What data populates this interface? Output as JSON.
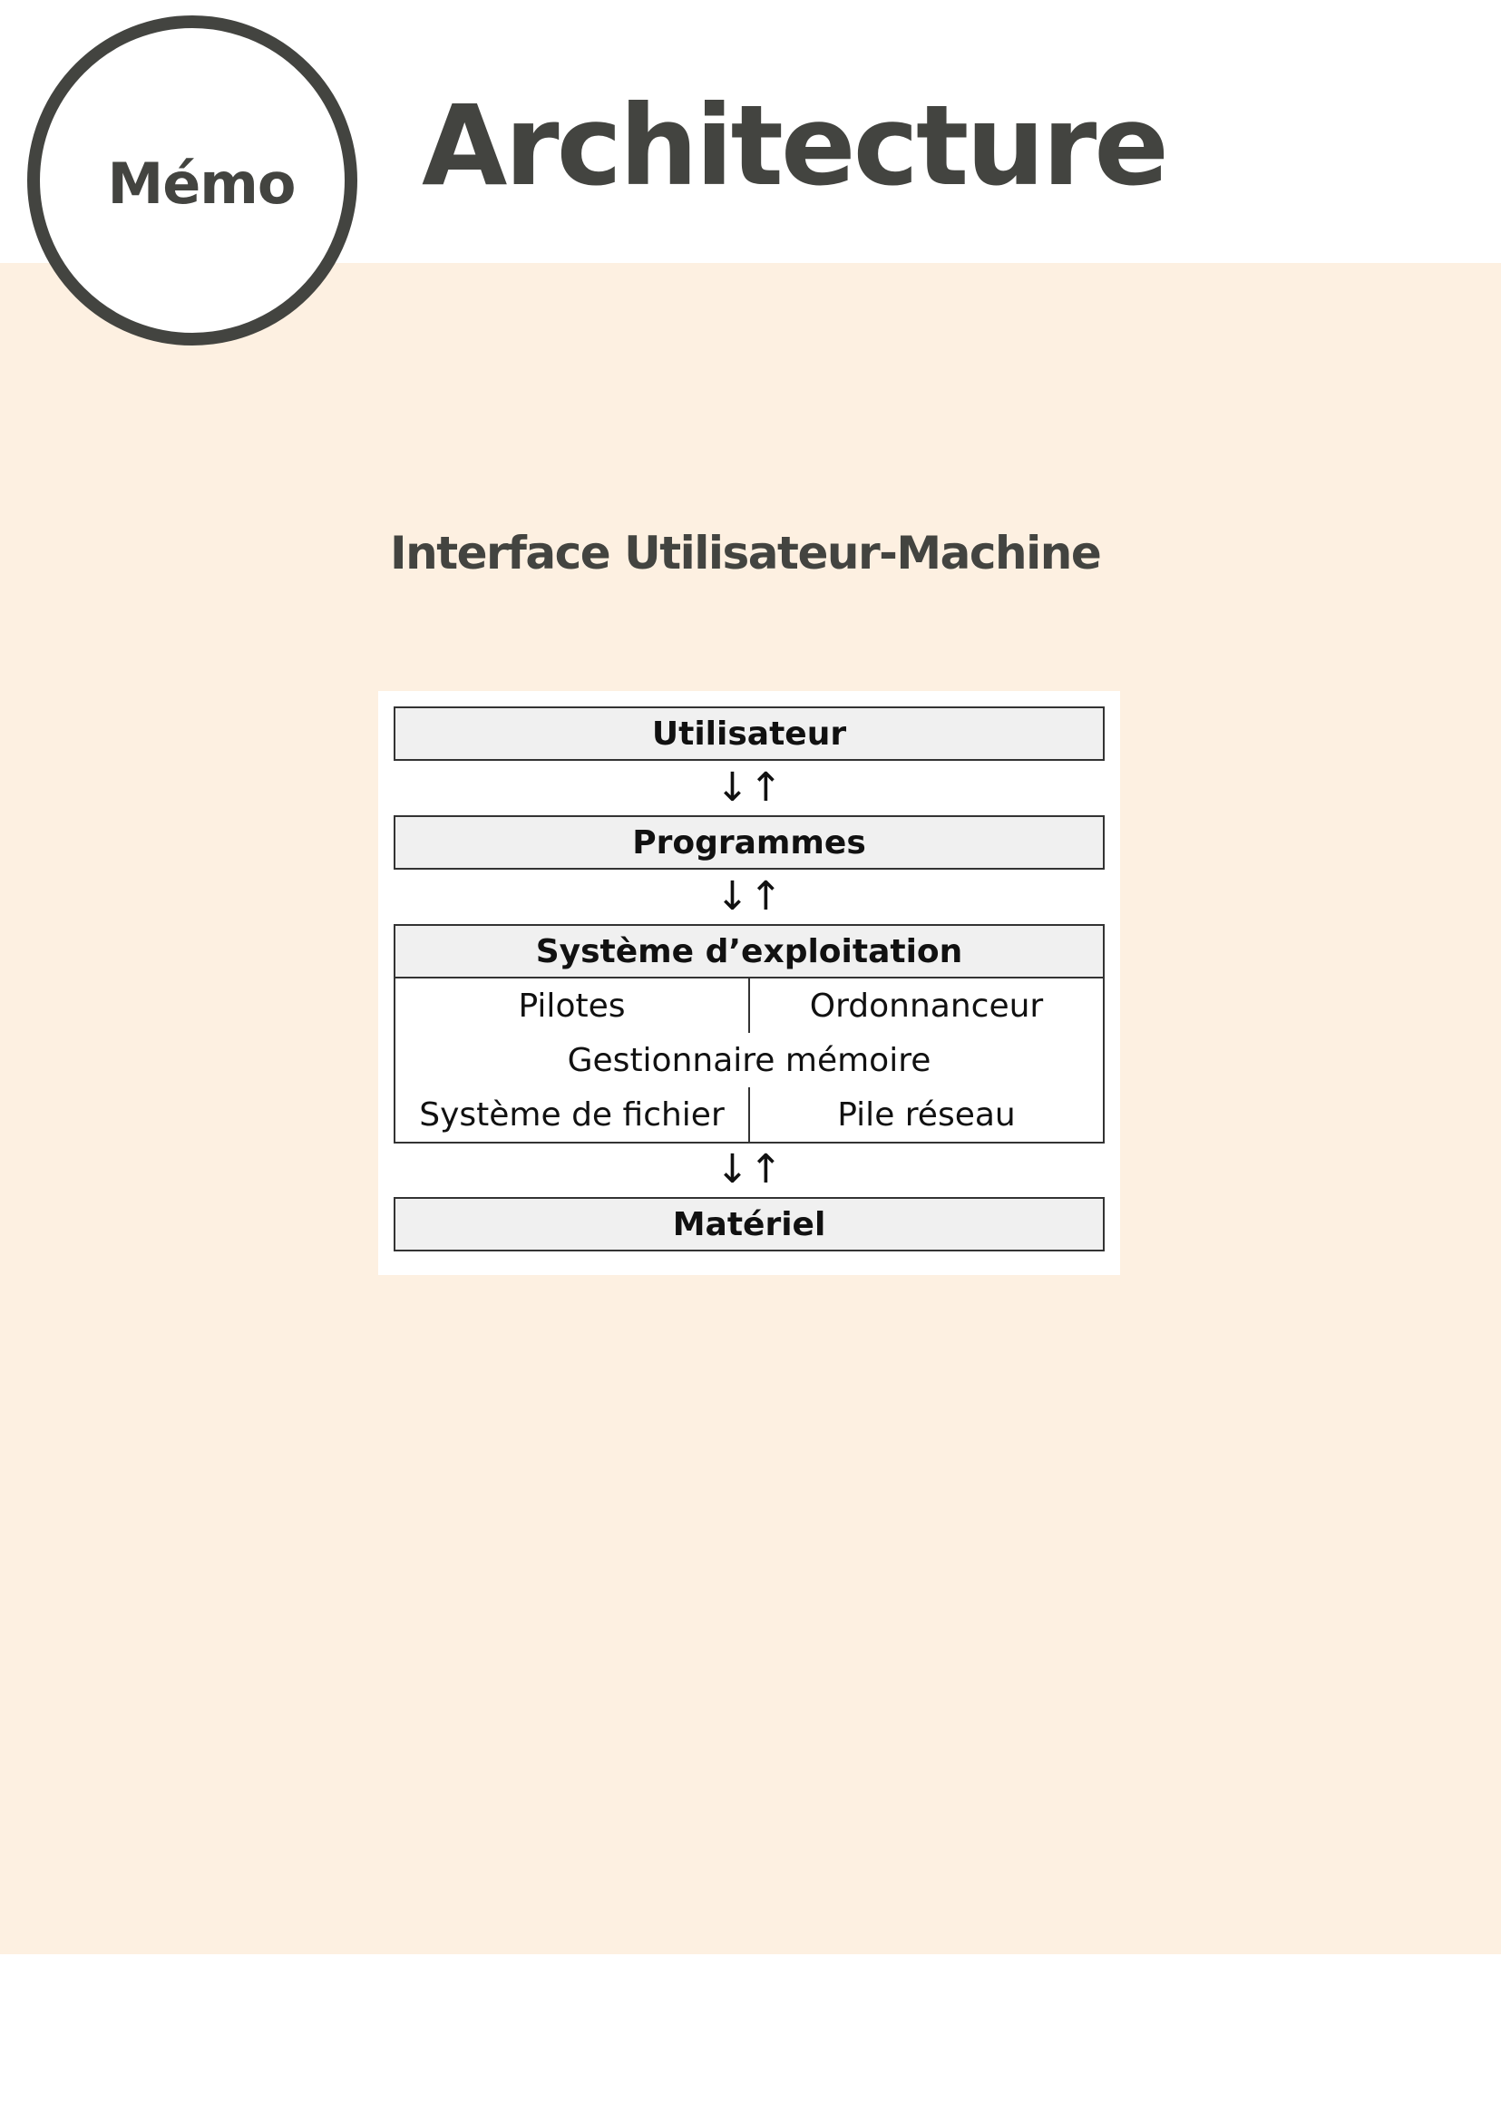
{
  "header": {
    "badge_label": "Mémo",
    "title": "Architecture"
  },
  "section": {
    "title": "Interface Utilisateur-Machine"
  },
  "diagram": {
    "layer_user": "Utilisateur",
    "layer_programs": "Programmes",
    "layer_os": "Système d’exploitation",
    "os_components": {
      "drivers": "Pilotes",
      "scheduler": "Ordonnanceur",
      "memory_manager": "Gestionnaire mémoire",
      "file_system": "Système de fichier",
      "network_stack": "Pile réseau"
    },
    "layer_hardware": "Matériel",
    "arrow_symbol": "↓↑"
  },
  "colors": {
    "dark": "#434440",
    "band": "#fdf0e1",
    "box_fill": "#f0f0f0"
  }
}
